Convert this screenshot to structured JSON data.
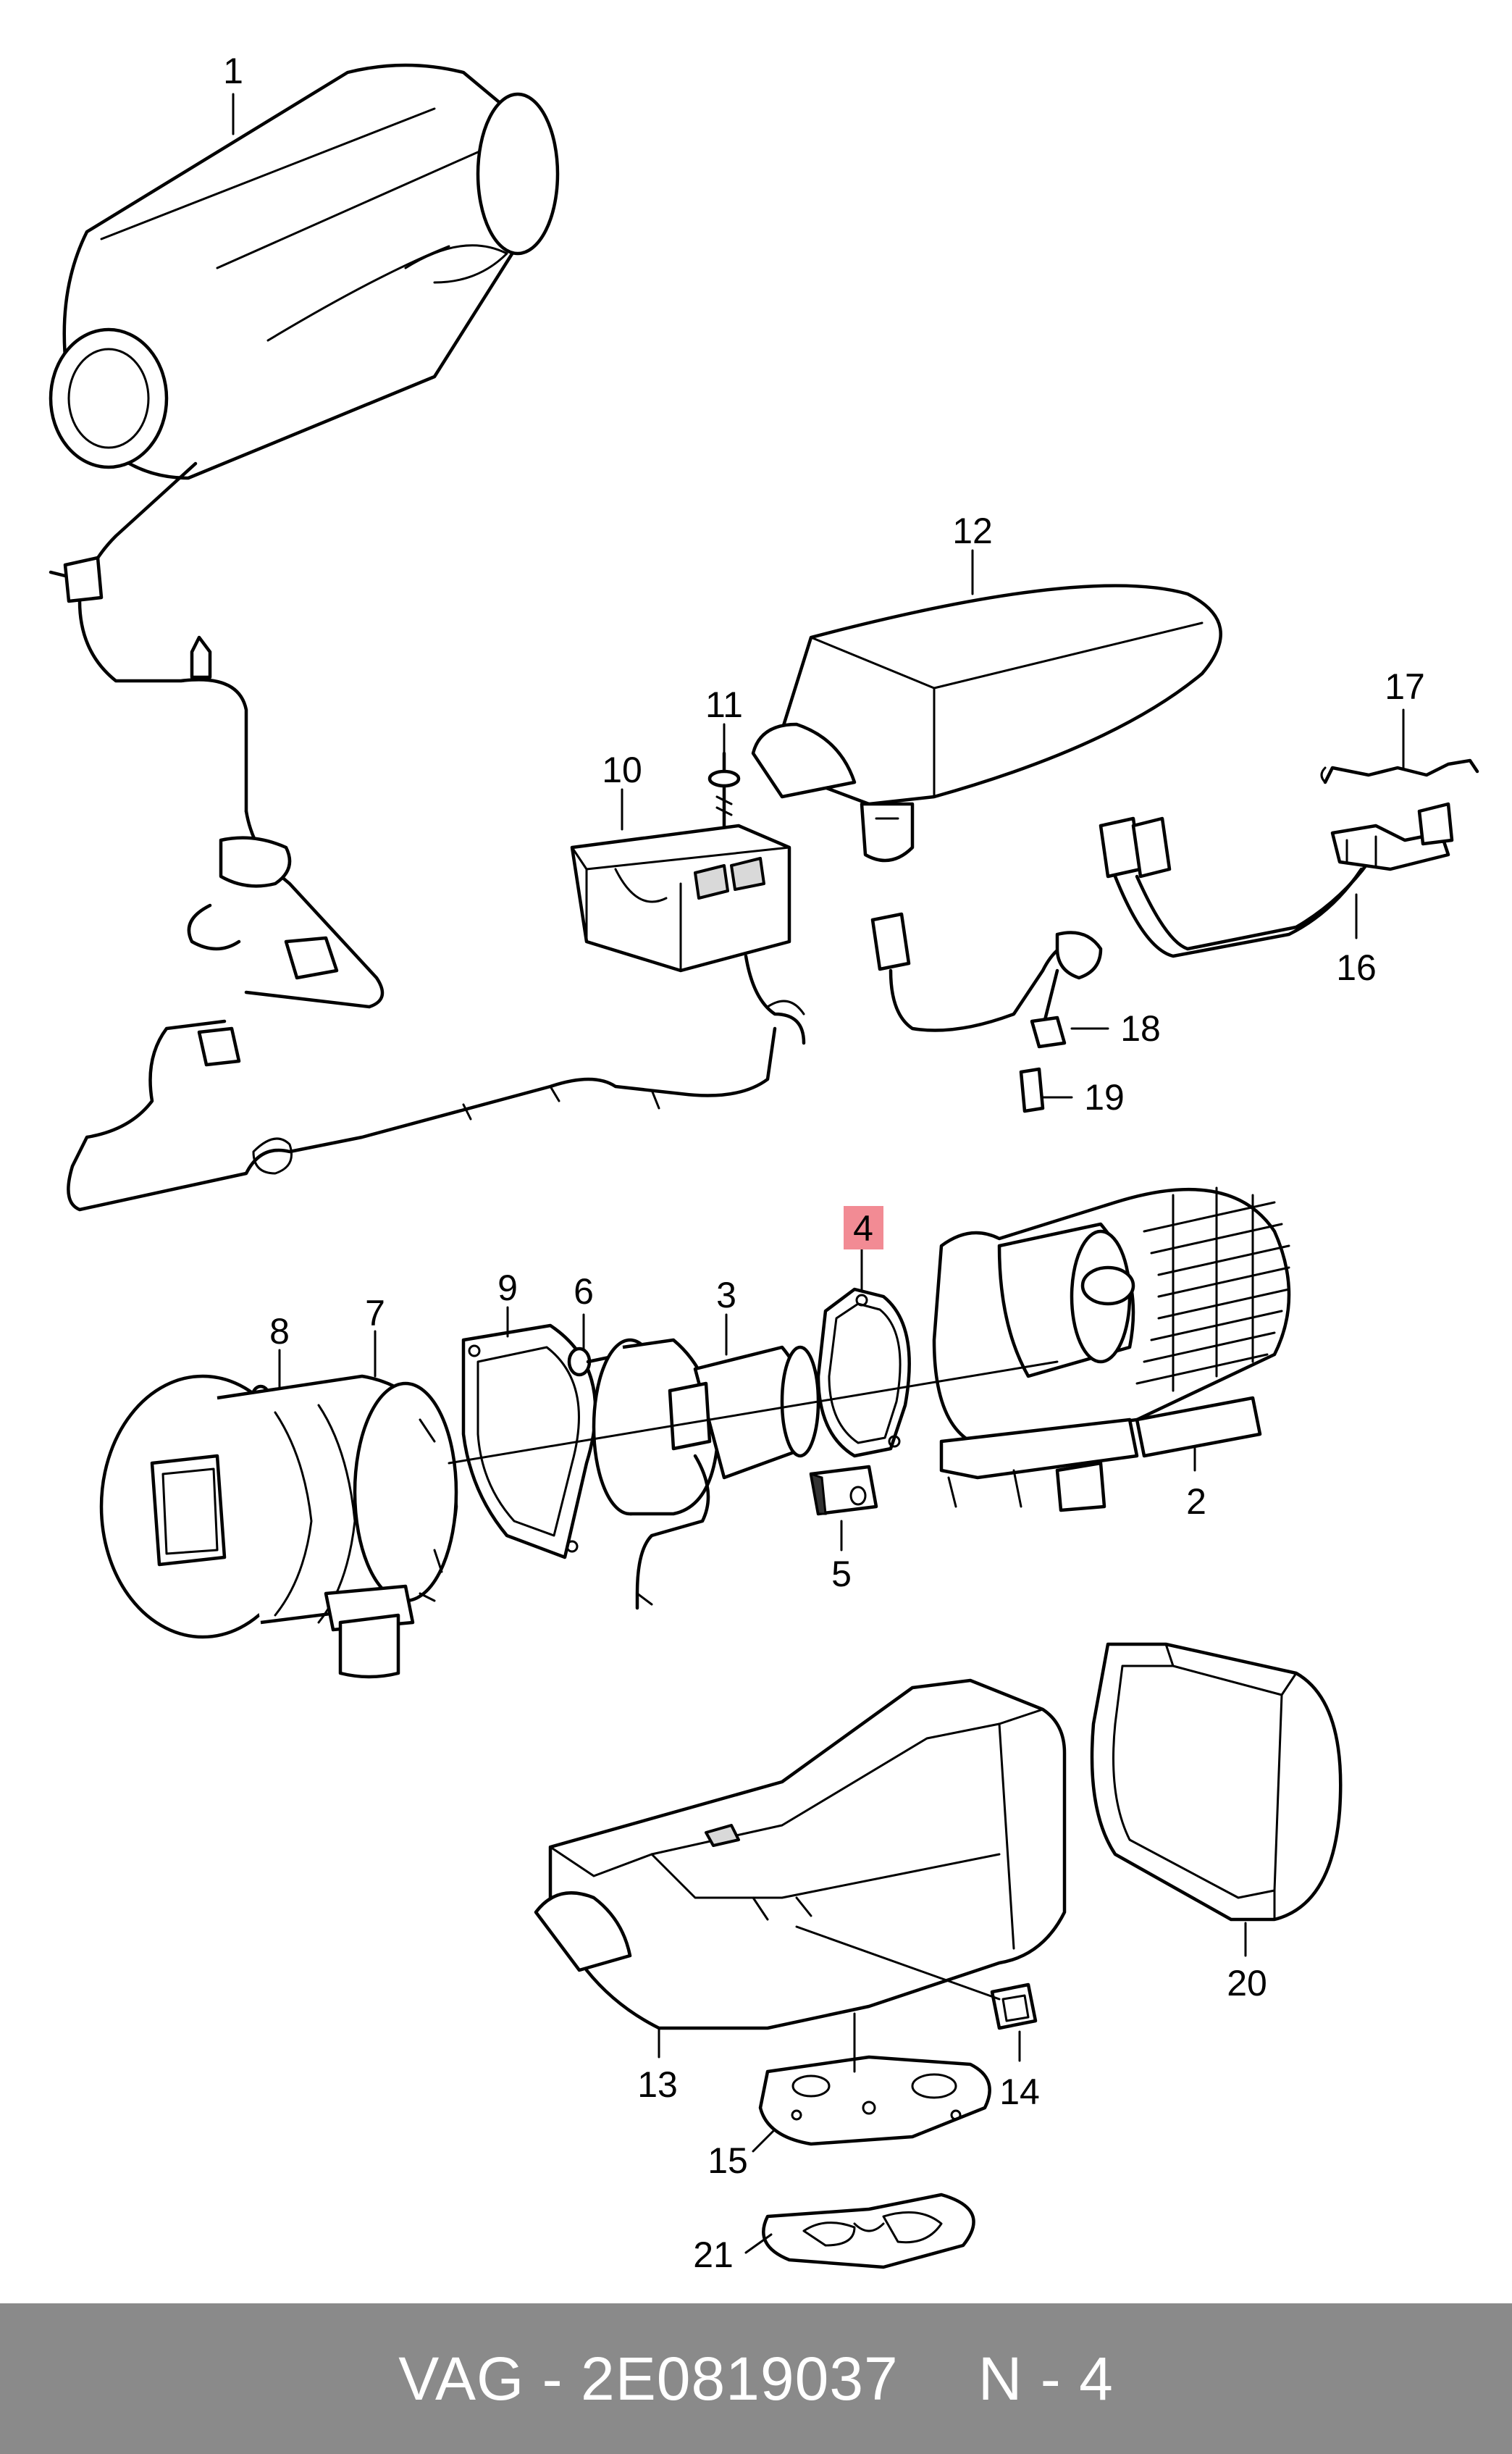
{
  "callouts": {
    "p1": "1",
    "p2": "2",
    "p3": "3",
    "p4": "4",
    "p5": "5",
    "p6": "6",
    "p7": "7",
    "p8": "8",
    "p9": "9",
    "p10": "10",
    "p11": "11",
    "p12": "12",
    "p13": "13",
    "p14": "14",
    "p15": "15",
    "p16": "16",
    "p17": "17",
    "p18": "18",
    "p19": "19",
    "p20": "20",
    "p21": "21"
  },
  "highlighted_callout": "4",
  "colors": {
    "highlight": "#f28b94",
    "footer_bg": "#8a8a8a",
    "footer_text": "#ffffff"
  },
  "footer": {
    "part_number": "VAG - 2E0819037",
    "position": "N - 4"
  }
}
